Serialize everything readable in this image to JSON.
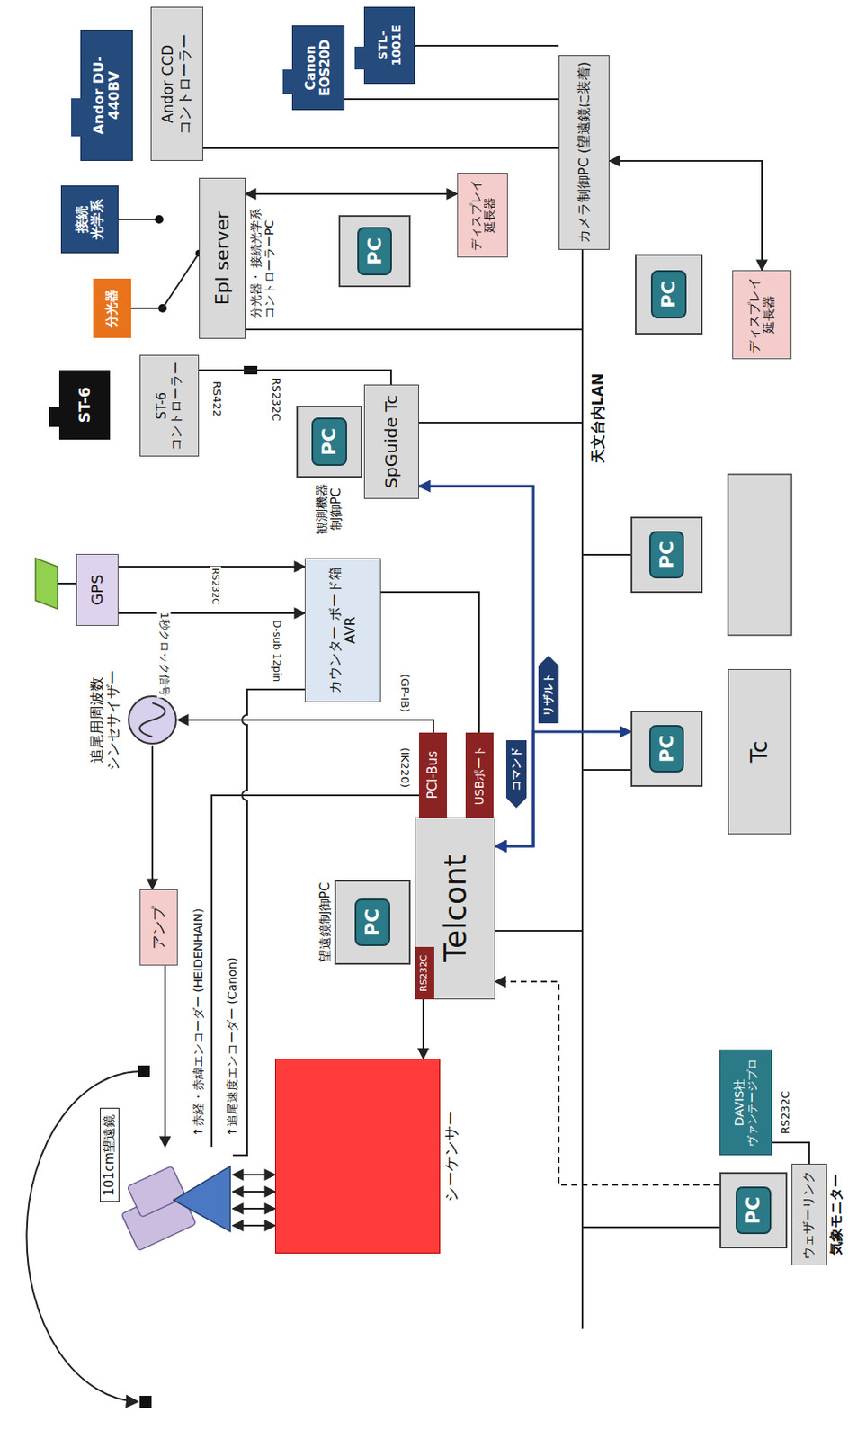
{
  "diagram": {
    "nodes": [
      {
        "text": [
          "101cm望遠鏡"
        ]
      },
      {
        "text": [
          "シーケンサー"
        ]
      },
      {
        "text": [
          "追尾用周波数 シンセサイザー"
        ]
      },
      {
        "text": [
          "アンプ"
        ]
      },
      {
        "text": [
          "GPS"
        ]
      },
      {
        "text": [
          "カウンター ボード箱 AVR"
        ]
      },
      {
        "text": [
          "PC",
          "望遠鏡制御PC"
        ]
      },
      {
        "text": [
          "Telcont"
        ]
      },
      {
        "text": [
          "RS232C"
        ]
      },
      {
        "text": [
          "PCI-Bus"
        ]
      },
      {
        "text": [
          "USBポート"
        ]
      },
      {
        "text": [
          "コマンド"
        ]
      },
      {
        "text": [
          "リザルト"
        ]
      },
      {
        "text": [
          "PC"
        ]
      },
      {
        "text": [
          "Tc"
        ]
      },
      {
        "text": [
          "PC"
        ]
      },
      {
        "text": [
          "DAVIS社",
          "ヴァンテージプロ"
        ]
      },
      {
        "text": [
          "PC"
        ]
      },
      {
        "text": [
          "ウェザーリンク",
          "気象モニター"
        ]
      },
      {
        "text": [
          "ST-6"
        ]
      },
      {
        "text": [
          "ST-6 コントローラー"
        ]
      },
      {
        "text": [
          "PC",
          "観測機器 制御PC"
        ]
      },
      {
        "text": [
          "SpGuide Tc"
        ]
      },
      {
        "text": [
          "分光器"
        ]
      },
      {
        "text": [
          "接続 光学系"
        ]
      },
      {
        "text": [
          "Epl server",
          "分光器・ 接続光学系 コントローラーPC"
        ]
      },
      {
        "text": [
          "PC"
        ]
      },
      {
        "text": [
          "ディスプレイ 延長器"
        ]
      },
      {
        "text": [
          "Andor DU-440BV"
        ]
      },
      {
        "text": [
          "Andor CCD コントローラー"
        ]
      },
      {
        "text": [
          "Canon EOS20D"
        ]
      },
      {
        "text": [
          "STL-1001E"
        ]
      },
      {
        "text": [
          "カメラ制御PC (望遠鏡に装着)"
        ]
      },
      {
        "text": [
          "PC"
        ]
      },
      {
        "text": [
          "ディスプレイ 延長器"
        ]
      }
    ],
    "edges": [
      {
        "from": 3,
        "to": 0,
        "arrow": "to"
      },
      {
        "from": 2,
        "to": 3,
        "arrow": "to"
      },
      {
        "from": 0,
        "to": 1,
        "arrow": "both"
      },
      {
        "from": 0,
        "to": 1,
        "arrow": "both"
      },
      {
        "from": 0,
        "to": 1,
        "arrow": "both"
      },
      {
        "from": 0,
        "to": 1,
        "arrow": "both"
      },
      {
        "from": 0,
        "to": 9,
        "arrow": "none"
      },
      {
        "from": 0,
        "to": 5,
        "arrow": "none"
      },
      {
        "from": 9,
        "to": 2,
        "arrow": "to"
      },
      {
        "from": 4,
        "to": 5,
        "arrow": "to"
      },
      {
        "from": 4,
        "to": 5,
        "arrow": "to"
      },
      {
        "from": 5,
        "to": 10,
        "arrow": "none"
      },
      {
        "from": 7,
        "to": 1,
        "arrow": "to"
      },
      {
        "from": 7,
        "to": 22,
        "arrow": "both"
      },
      {
        "from": 7,
        "to": 13,
        "arrow": "both"
      },
      {
        "from": 17,
        "to": 7,
        "arrow": "to"
      },
      {
        "from": 16,
        "to": 18,
        "arrow": "none"
      },
      {
        "from": 20,
        "to": 22,
        "arrow": "none"
      },
      {
        "from": 25,
        "to": 23,
        "arrow": "none"
      },
      {
        "from": 25,
        "to": 27,
        "arrow": "both"
      },
      {
        "from": 29,
        "to": 32,
        "arrow": "none"
      },
      {
        "from": 30,
        "to": 32,
        "arrow": "none"
      },
      {
        "from": 31,
        "to": 32,
        "arrow": "none"
      },
      {
        "from": 32,
        "to": 34,
        "arrow": "both"
      }
    ],
    "labels": [
      "↑赤経・赤緯エンコーダー (HEIDENHAIN)",
      "↑追尾速度エンコーダー (Canon)",
      "(GP-IB)",
      "(IK220)",
      "1秒クロック信号",
      "RS232C",
      "D-sub 12pin",
      "RS422",
      "RS232C",
      "RS232C",
      "天文台内LAN"
    ]
  }
}
